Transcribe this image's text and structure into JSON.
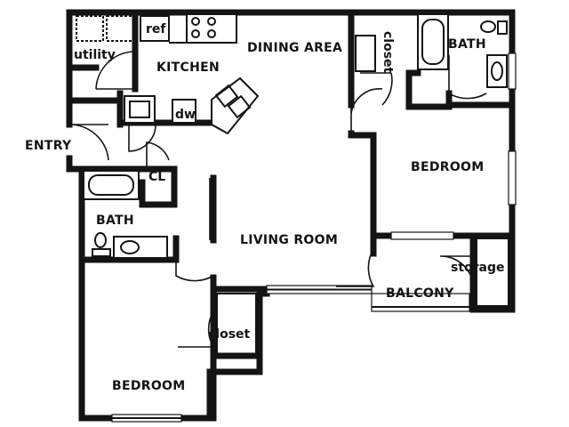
{
  "floorplan": {
    "labels": {
      "utility": "utility",
      "ref": "ref",
      "kitchen": "KITCHEN",
      "dining_area": "DINING AREA",
      "closet_top": "closet",
      "bath_top": "BATH",
      "dw": "dw",
      "entry": "ENTRY",
      "cl": "CL",
      "bedroom_right": "BEDROOM",
      "bath_left": "BATH",
      "living_room": "LIVING ROOM",
      "storage": "storage",
      "balcony": "BALCONY",
      "closet_bottom": "closet",
      "bedroom_left": "BEDROOM"
    }
  }
}
